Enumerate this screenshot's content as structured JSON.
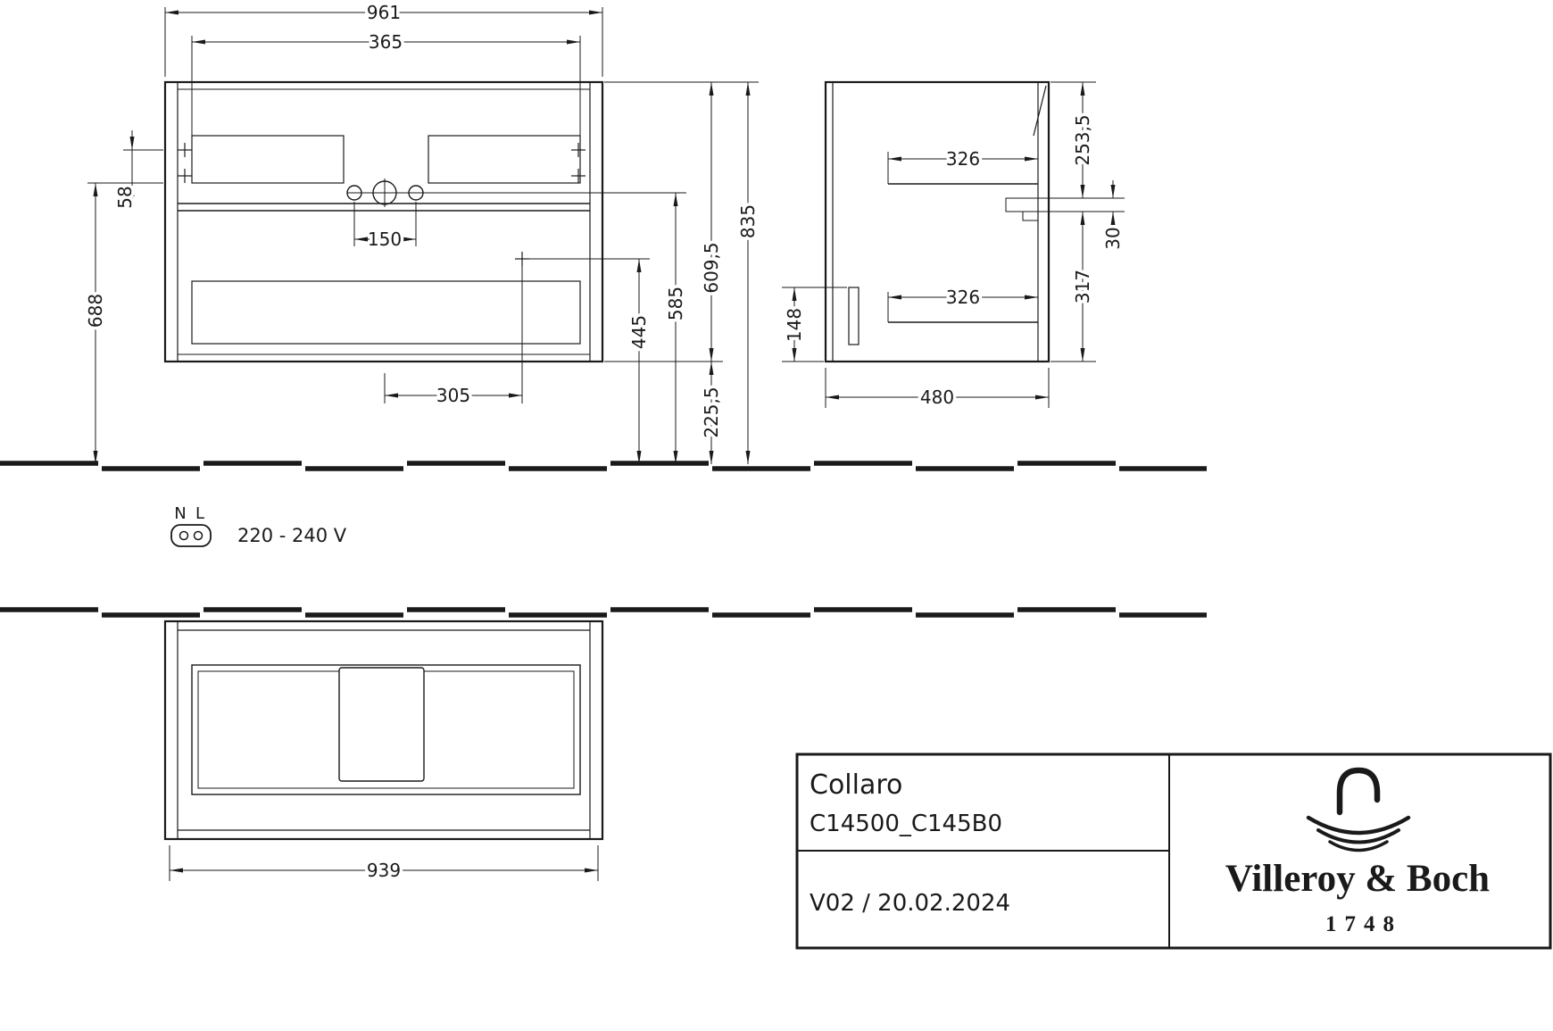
{
  "front_view": {
    "dim_overall_width": "961",
    "dim_inner_width": "365",
    "dim_58": "58",
    "dim_688": "688",
    "dim_150": "150",
    "dim_305": "305",
    "dim_445": "445",
    "dim_585": "585",
    "dim_609_5": "609,5",
    "dim_835": "835",
    "dim_225_5": "225,5"
  },
  "side_view": {
    "dim_253_5": "253,5",
    "dim_326_upper": "326",
    "dim_326_lower": "326",
    "dim_30": "30",
    "dim_317": "317",
    "dim_148": "148",
    "dim_480": "480"
  },
  "plan_view": {
    "dim_939": "939"
  },
  "electrical": {
    "neutral_label": "N",
    "line_label": "L",
    "voltage_range": "220 - 240 V"
  },
  "title_block": {
    "series_name": "Collaro",
    "article_code": "C14500_C145B0",
    "version_date": "V02 / 20.02.2024",
    "brand_name": "Villeroy & Boch",
    "brand_founded": "1748"
  }
}
